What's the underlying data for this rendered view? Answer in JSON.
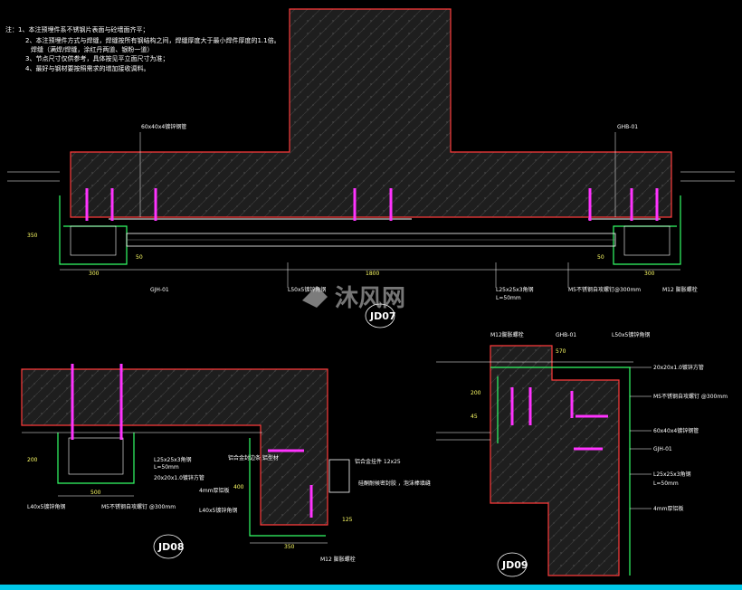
{
  "notes": [
    "注：1、本注预埋件系不锈钢片表面与砼墙面齐平；",
    "2、本注预埋件方式与焊缝，焊缝按所有钢结构之间，焊缝厚度大于最小焊件厚度的1.1倍。",
    "焊缝（满焊/焊缝，涂红丹两道、银粉一道）",
    "3、节点尺寸仅供参考，具体按见平立面尺寸为准；",
    "4、最好与钢材要按照需求的增加接收调料。"
  ],
  "top_detail": {
    "tag": "JD07",
    "labels": {
      "left_top": "60x40x4镀锌钢管",
      "right_top": "GHB-01",
      "left_bottom": "GJH-01",
      "mid_bottom1": "L50x5镀锌角钢",
      "right_bottom1": "L25x25x3角钢",
      "right_bottom2": "L=50mm",
      "right_bottom3": "M5不锈钢自攻螺钉@300mm",
      "right_bottom4": "M12 膨胀螺栓"
    },
    "dims": {
      "left": "300",
      "mid": "1800",
      "right": "300",
      "h_left": "350",
      "side_left": "50",
      "side_right": "50"
    }
  },
  "left_detail": {
    "tag": "JD08",
    "labels": {
      "a": "L25x25x3角钢",
      "b": "L=50mm",
      "c": "20x20x1.0镀锌方管",
      "d": "L40x5镀锌角钢",
      "e": "M5不锈钢自攻螺钉 @300mm",
      "f": "4mm厚铝板",
      "g": "L40x5镀锌角钢",
      "h": "铝合金封边条 铝型材",
      "i": "铝合金挂件 12x25",
      "j": "硅酮耐候密封胶 ，泡沫棒填缝",
      "k": "M12 膨胀螺栓"
    },
    "dims": {
      "w": "500",
      "h": "200",
      "w2": "350",
      "h2": "400",
      "s": "125"
    }
  },
  "right_detail": {
    "tag": "JD09",
    "labels": {
      "a": "M12膨胀螺栓",
      "b": "GHB-01",
      "c": "L50x5镀锌角钢",
      "d": "20x20x1.0镀锌方管",
      "e": "M5不锈钢自攻螺钉 @300mm",
      "f": "60x40x4镀锌钢管",
      "g": "GJH-01",
      "h": "L25x25x3角钢",
      "i": "L=50mm",
      "j": "4mm厚铝板"
    },
    "dims": {
      "w": "570",
      "h": "200",
      "s": "45"
    }
  },
  "watermark": "沐风网",
  "colors": {
    "concrete": "#ff3b3b",
    "steel": "#ff33ff",
    "frame": "#33ff66",
    "line": "#ffffff",
    "accent": "#00c8e8"
  }
}
